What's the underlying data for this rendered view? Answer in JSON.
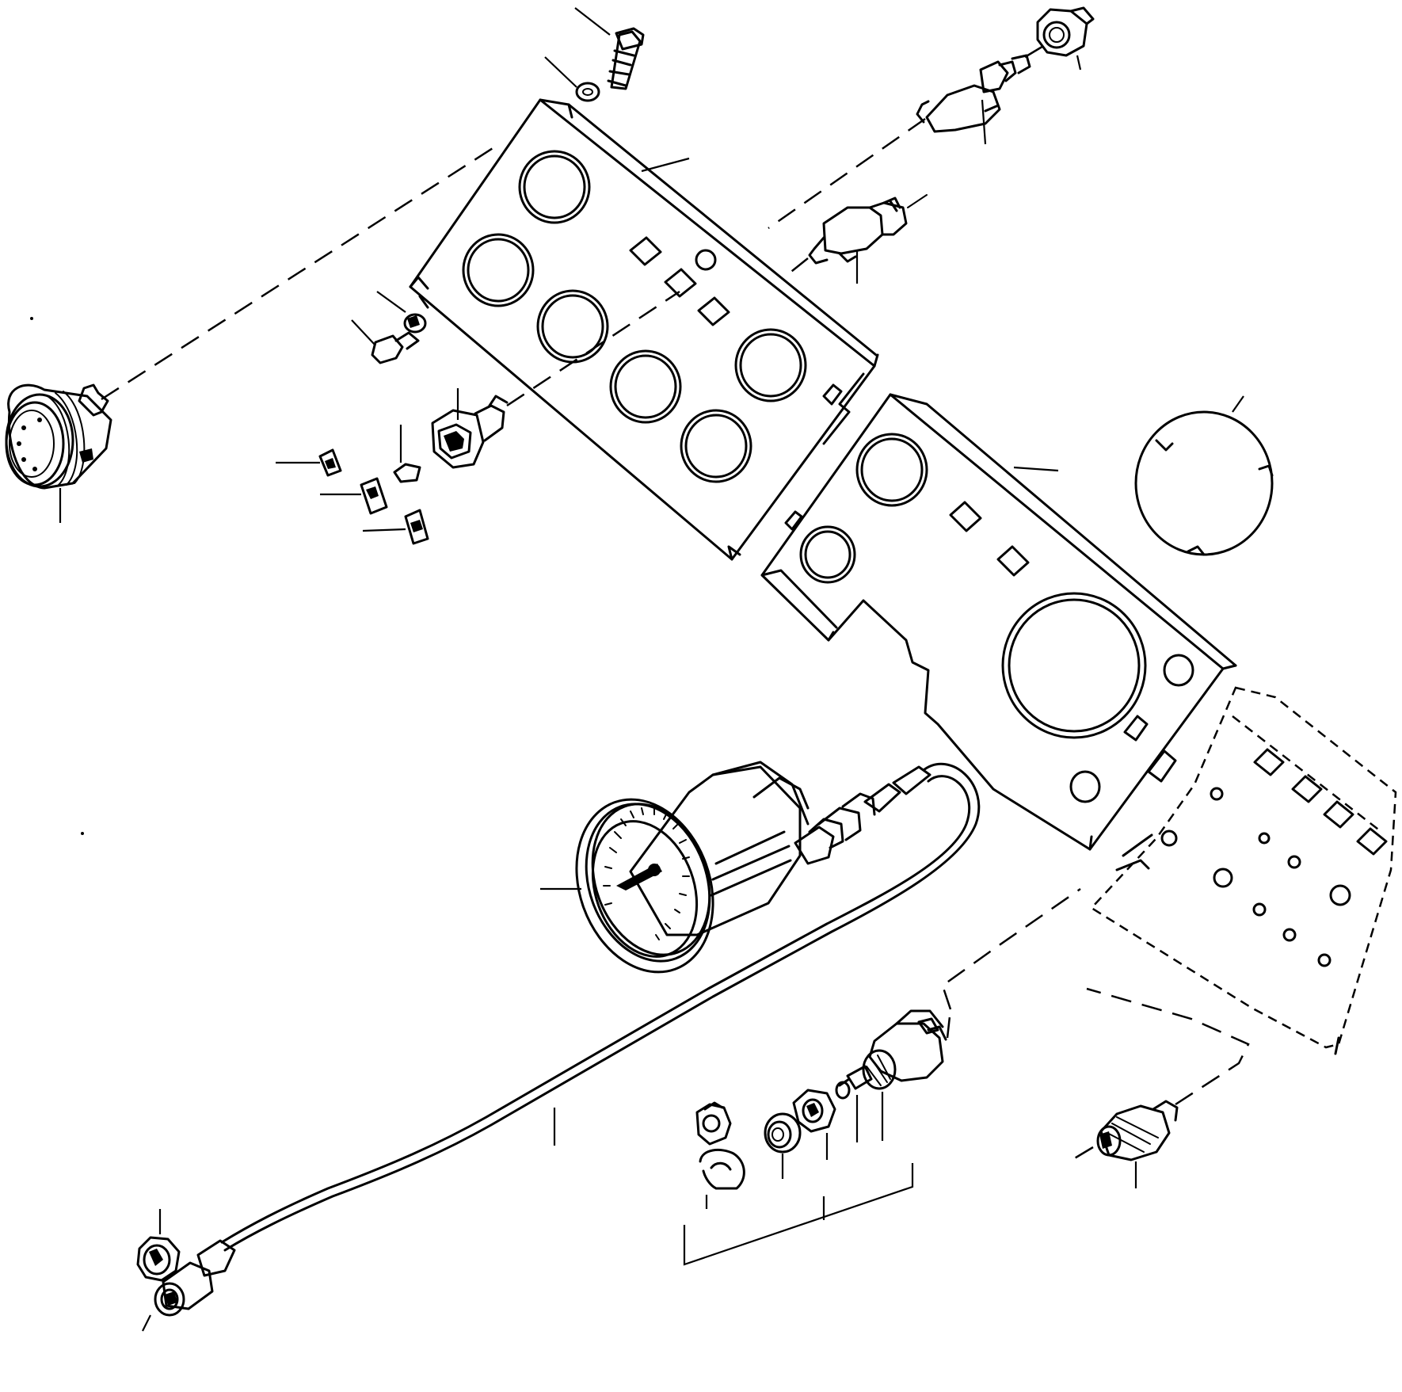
{
  "figure": {
    "caption": "",
    "line_color": "#000000",
    "background": "#ffffff"
  },
  "parts": [
    {
      "id": "bolt-top",
      "icon": "hex-bolt-icon"
    },
    {
      "id": "washer-top",
      "icon": "washer-icon"
    },
    {
      "id": "panel-left",
      "icon": "instrument-panel-icon"
    },
    {
      "id": "temp-sender-top",
      "icon": "sender-unit-icon"
    },
    {
      "id": "adapter-nut-top",
      "icon": "hex-nut-icon"
    },
    {
      "id": "oil-sender",
      "icon": "sender-unit-icon"
    },
    {
      "id": "gauge-small",
      "icon": "gauge-icon"
    },
    {
      "id": "screw-mid",
      "icon": "screw-icon"
    },
    {
      "id": "lockwasher-mid",
      "icon": "washer-icon"
    },
    {
      "id": "switch-rocker",
      "icon": "switch-icon"
    },
    {
      "id": "clip-a",
      "icon": "clip-icon"
    },
    {
      "id": "clip-b",
      "icon": "clip-icon"
    },
    {
      "id": "clip-c",
      "icon": "clip-icon"
    },
    {
      "id": "bulb-holder",
      "icon": "bulb-icon"
    },
    {
      "id": "panel-right",
      "icon": "instrument-panel-icon"
    },
    {
      "id": "retaining-ring",
      "icon": "ring-icon"
    },
    {
      "id": "decal-plate",
      "icon": "decal-plate-icon"
    },
    {
      "id": "tachometer",
      "icon": "tachometer-icon"
    },
    {
      "id": "drive-cable",
      "icon": "cable-icon"
    },
    {
      "id": "ignition-switch",
      "icon": "key-switch-icon"
    },
    {
      "id": "switch-nut",
      "icon": "hex-nut-icon"
    },
    {
      "id": "switch-bezel",
      "icon": "bezel-icon"
    },
    {
      "id": "switch-washer",
      "icon": "washer-icon"
    },
    {
      "id": "key-ring",
      "icon": "key-icon"
    },
    {
      "id": "pressure-switch",
      "icon": "sender-unit-icon"
    },
    {
      "id": "cable-nut",
      "icon": "hex-nut-icon"
    }
  ]
}
